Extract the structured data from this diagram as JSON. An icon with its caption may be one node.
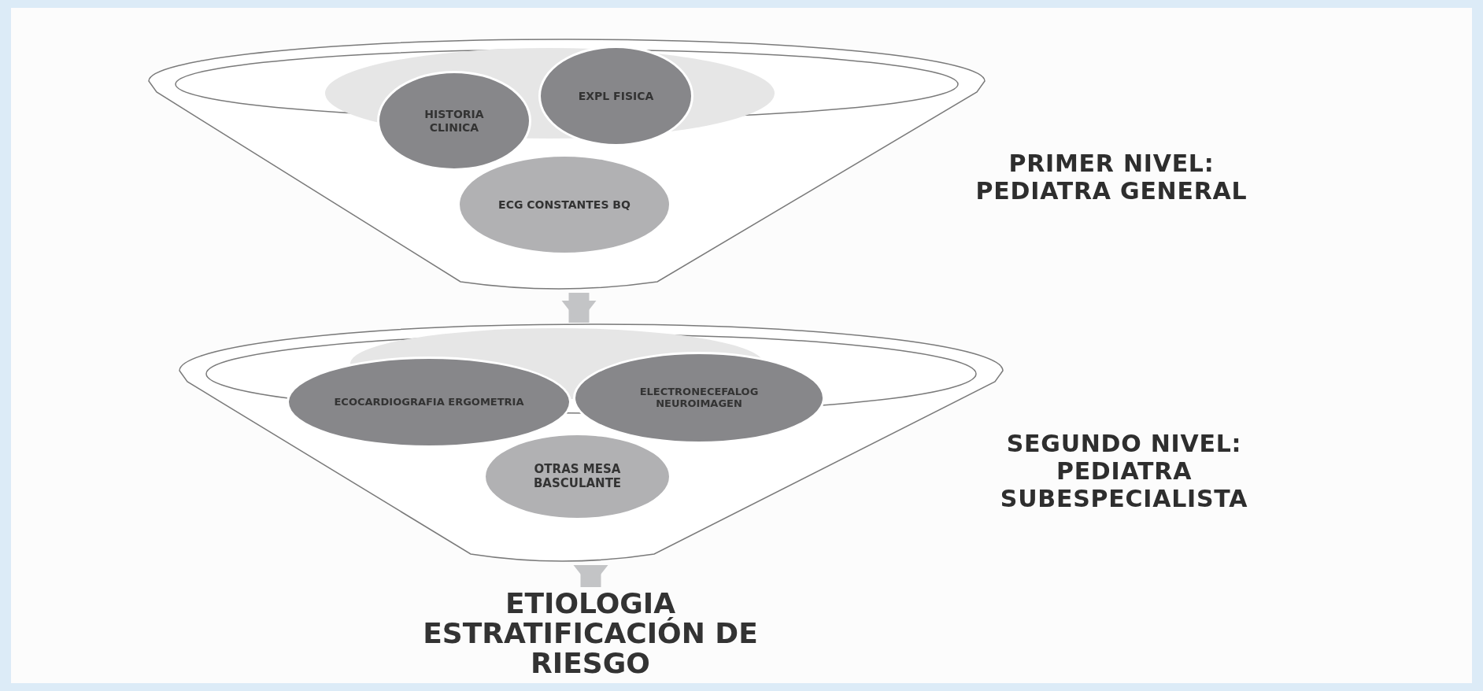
{
  "diagram": {
    "nodes": [
      {
        "text": [],
        "shape": "funnel"
      },
      {
        "text": [
          "HISTORIA CLINICA"
        ],
        "in": 0
      },
      {
        "text": [
          "EXPL FISICA"
        ],
        "in": 0
      },
      {
        "text": [
          "ECG CONSTANTES BQ"
        ],
        "in": 0
      },
      {
        "text": [],
        "shape": "funnel"
      },
      {
        "text": [
          "ECOCARDIOGRAFIA ERGOMETRIA"
        ],
        "in": 4
      },
      {
        "text": [
          "ELECTRONECEFALOG NEUROIMAGEN"
        ],
        "in": 4
      },
      {
        "text": [
          "OTRAS MESA BASCULANTE"
        ],
        "in": 4
      },
      {
        "text": [
          "ETIOLOGIA ESTRATIFICACIÓN DE RIESGO"
        ]
      }
    ],
    "edges": [
      {
        "from": 0,
        "to": 4,
        "arrow": "to"
      },
      {
        "from": 4,
        "to": 8,
        "arrow": "to"
      }
    ],
    "labels": [
      "PRIMER NIVEL: PEDIATRA GENERAL",
      "SEGUNDO NIVEL: PEDIATRA SUBESPECIALISTA"
    ]
  }
}
